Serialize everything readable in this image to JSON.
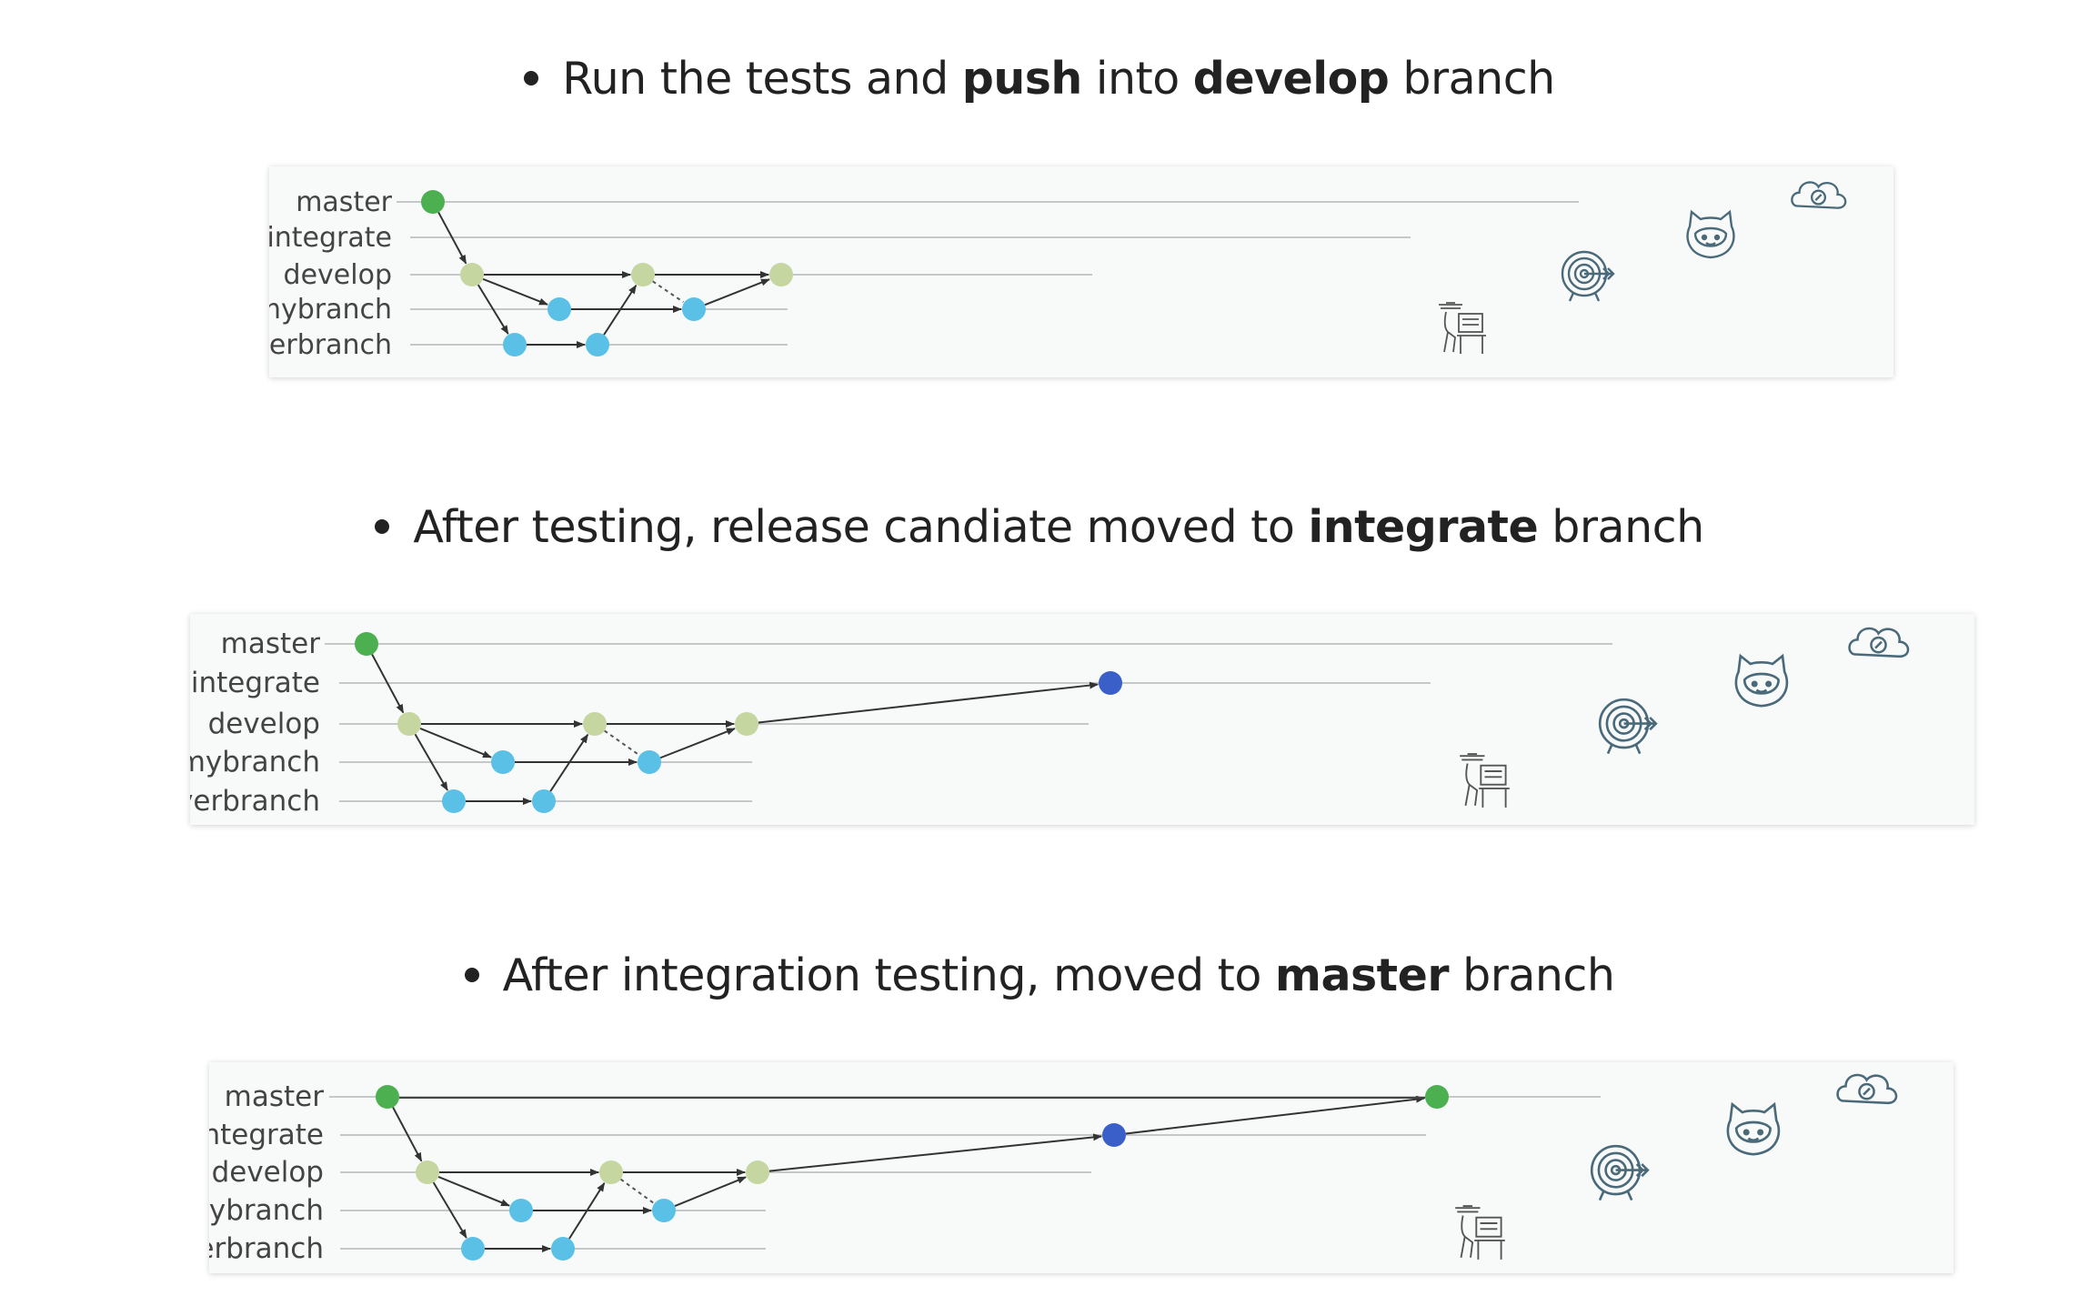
{
  "bullets": [
    {
      "pre": "Run the tests and ",
      "b1": "push",
      "mid": " into ",
      "b2": "develop",
      "post": " branch"
    },
    {
      "pre": "After testing, release candiate moved to ",
      "b1": "integrate",
      "mid": "",
      "b2": "",
      "post": " branch"
    },
    {
      "pre": "After integration testing, moved to ",
      "b1": "master",
      "mid": "",
      "b2": "",
      "post": " branch"
    }
  ],
  "branches": [
    "master",
    "integrate",
    "develop",
    "mybranch",
    "yerbranch"
  ],
  "colors": {
    "master": "#4caf50",
    "integrate": "#3a5fc8",
    "develop": "#c5d6a0",
    "feature": "#5bc0e6",
    "line": "#b4b8b8",
    "arrow": "#333333"
  },
  "diagrams": [
    {
      "stage": "push-to-develop",
      "integrate_commit": false,
      "master_commit": false
    },
    {
      "stage": "move-to-integrate",
      "integrate_commit": true,
      "master_commit": false
    },
    {
      "stage": "move-to-master",
      "integrate_commit": true,
      "master_commit": true
    }
  ],
  "icons": [
    "cloud-icon",
    "mascot-icon",
    "target-icon",
    "person-at-desk-icon"
  ]
}
